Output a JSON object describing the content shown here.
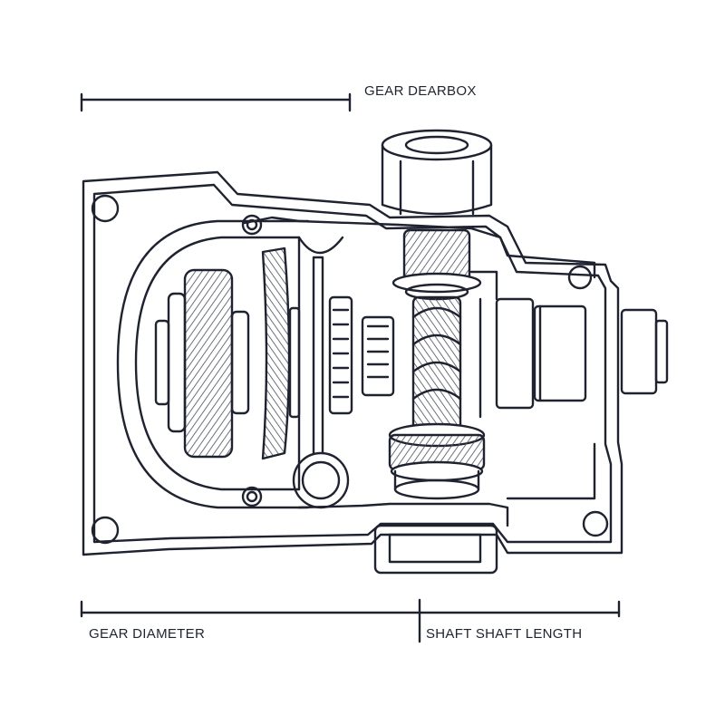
{
  "labels": {
    "title": "GEAR DEARBOX",
    "gear_diameter": "GEAR DIAMETER",
    "shaft_length": "SHAFT SHAFT LENGTH"
  },
  "colors": {
    "ink": "#1f2330",
    "paper": "#ffffff",
    "hatch": "#4a4e5a"
  },
  "icons": {
    "main": "gearbox-cutaway-icon"
  }
}
